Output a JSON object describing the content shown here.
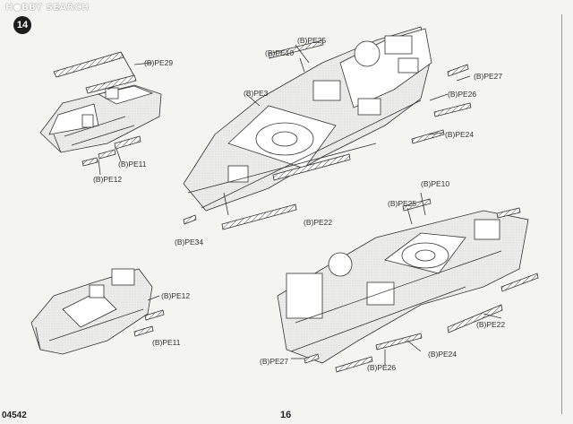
{
  "watermark": "H●BBY SEARCH",
  "step_number": "14",
  "footer": {
    "part_code": "04542",
    "page_number": "16"
  },
  "labels": {
    "pe29": "(B)PE29",
    "pe11_top": "(B)PE11",
    "pe12_top": "(B)PE12",
    "pe25_top": "(B)PE25",
    "pe10_top": "(B)PE10",
    "pe3": "(B)PE3",
    "pe27_top": "(B)PE27",
    "pe26_top": "(B)PE26",
    "pe24_top": "(B)PE24",
    "pe22_top": "(B)PE22",
    "pe34": "(B)PE34",
    "pe10_bottom": "(B)PE10",
    "pe25_bottom": "(B)PE25",
    "pe12_bottom": "(B)PE12",
    "pe11_bottom": "(B)PE11",
    "pe22_bottom": "(B)PE22",
    "pe27_bottom": "(B)PE27",
    "pe26_bottom": "(B)PE26",
    "pe24_bottom": "(B)PE24"
  }
}
